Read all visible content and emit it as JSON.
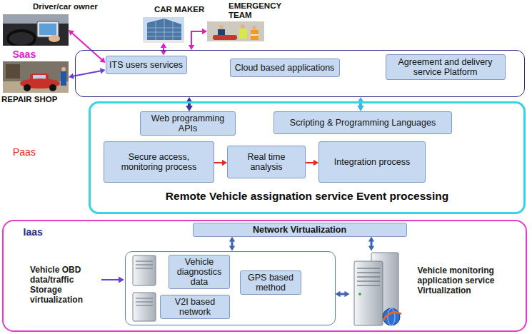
{
  "diagram": {
    "nodes": [
      {
        "text": [
          "Driver/car owner"
        ]
      },
      {
        "text": [
          "CAR MAKER"
        ]
      },
      {
        "text": [
          "EMERGENCY TEAM"
        ]
      },
      {
        "text": [
          "Saas"
        ]
      },
      {
        "text": [
          "ITS users services"
        ],
        "in": 3
      },
      {
        "text": [
          "Cloud based applications"
        ],
        "in": 3
      },
      {
        "text": [
          "Agreement and delivery service Platform"
        ],
        "in": 3
      },
      {
        "text": [
          "REPAIR SHOP"
        ]
      },
      {
        "text": [
          "Paas",
          "Remote Vehicle assignation service Event processing"
        ]
      },
      {
        "text": [
          "Web programming APIs"
        ],
        "in": 8
      },
      {
        "text": [
          "Scripting & Programming Languages"
        ],
        "in": 8
      },
      {
        "text": [
          "Secure access, monitoring process"
        ],
        "in": 8
      },
      {
        "text": [
          "Real time analysis"
        ],
        "in": 8
      },
      {
        "text": [
          "Integration process"
        ],
        "in": 8
      },
      {
        "text": [
          "Iaas"
        ]
      },
      {
        "text": [
          "Network Virtualization"
        ],
        "in": 14
      },
      {
        "text": [
          "Vehicle OBD data/traffic Storage virtualization"
        ],
        "in": 14
      },
      {
        "text": [
          "Vehicle diagnostics data"
        ],
        "in": 16
      },
      {
        "text": [
          "GPS based method"
        ],
        "in": 16
      },
      {
        "text": [
          "V2I based network"
        ],
        "in": 16
      },
      {
        "text": [
          "Vehicle monitoring application service Virtualization"
        ],
        "in": 14
      }
    ],
    "edges": [
      {
        "from": 0,
        "to": 4,
        "arrow": "both"
      },
      {
        "from": 1,
        "to": 4,
        "arrow": "both"
      },
      {
        "from": 2,
        "to": 3,
        "arrow": "both"
      },
      {
        "from": 7,
        "to": 4,
        "arrow": "both"
      },
      {
        "from": 3,
        "to": 9,
        "arrow": "both"
      },
      {
        "from": 10,
        "to": 3,
        "arrow": "both"
      },
      {
        "from": 11,
        "to": 12,
        "arrow": "to"
      },
      {
        "from": 12,
        "to": 13,
        "arrow": "to"
      },
      {
        "from": 15,
        "to": 16,
        "arrow": "both"
      },
      {
        "from": 15,
        "to": 20,
        "arrow": "both"
      },
      {
        "from": 16,
        "to": 20,
        "arrow": "both"
      }
    ]
  }
}
